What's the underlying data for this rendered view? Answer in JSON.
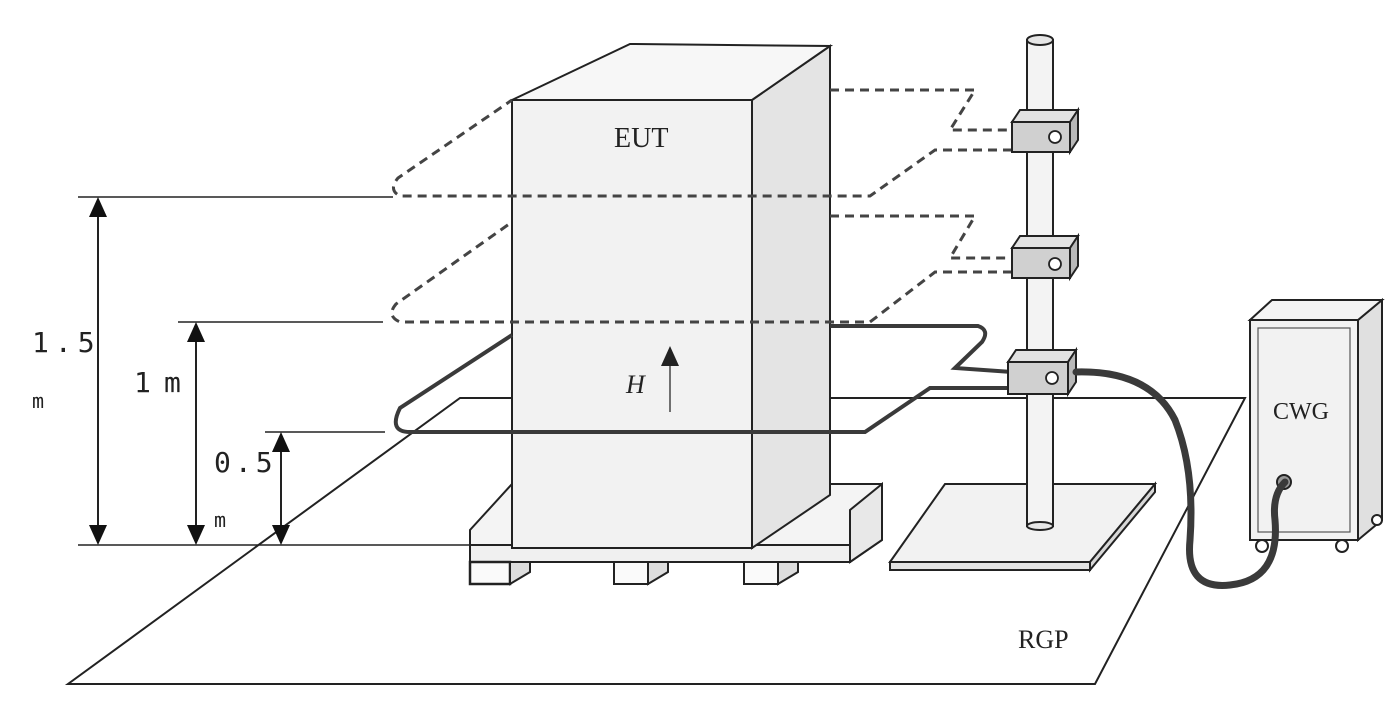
{
  "labels": {
    "eut": "EUT",
    "cwg": "CWG",
    "rgp": "RGP",
    "field_symbol": "H"
  },
  "dimensions": {
    "height_high": "1.5",
    "height_high_unit": "m",
    "height_mid": "1",
    "height_mid_unit": "m",
    "height_low": "0.5",
    "height_low_unit": "m"
  },
  "colors": {
    "box_face": "#f2f2f2",
    "box_side": "#e4e4e4",
    "box_top": "#f7f7f7",
    "outline": "#222222",
    "cable": "#3a3a3a",
    "clamp": "#d0d0d0"
  }
}
